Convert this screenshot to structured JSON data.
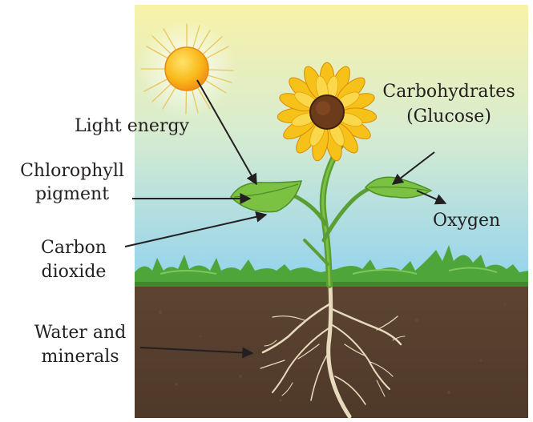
{
  "labels": {
    "light_energy": "Light energy",
    "chlorophyll_line1": "Chlorophyll",
    "chlorophyll_line2": "pigment",
    "carbon_dioxide_line1": "Carbon",
    "carbon_dioxide_line2": "dioxide",
    "water_minerals_line1": "Water and",
    "water_minerals_line2": "minerals",
    "carbohydrates_line1": "Carbohydrates",
    "carbohydrates_line2": "(Glucose)",
    "oxygen": "Oxygen"
  },
  "colors": {
    "sky_top": "#f7ef9a",
    "sky_bottom": "#9bd6ee",
    "soil": "#5a4130",
    "grass": "#4faa3a",
    "leaf": "#7cc242",
    "stem": "#5a9e32",
    "petal": "#f6c21a",
    "flower_center": "#6b3b1c",
    "sun": "#f9b91a",
    "root": "#e9dcc0",
    "arrow": "#231f20"
  }
}
